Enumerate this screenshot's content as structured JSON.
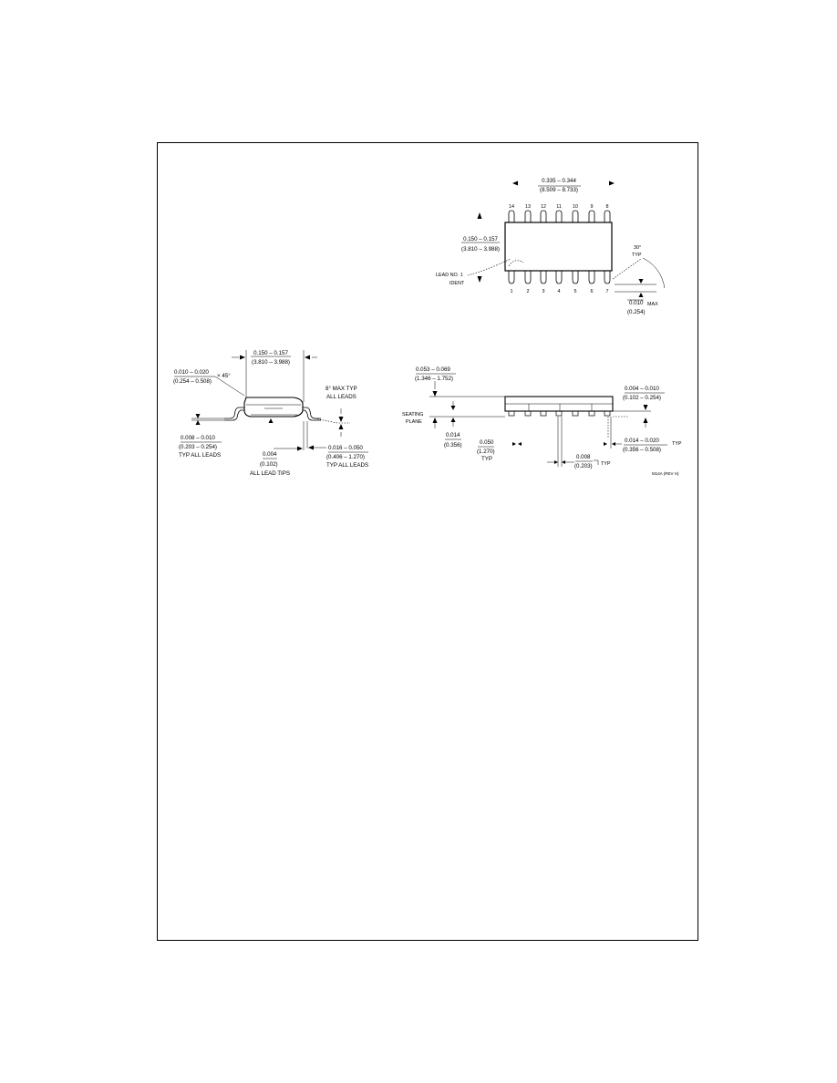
{
  "top_view": {
    "width_in": "0.335 – 0.344",
    "width_mm": "(8.509 – 8.733)",
    "height_in": "0.150 – 0.157",
    "height_mm": "(3.810 – 3.988)",
    "lead_id_line1": "LEAD NO. 1",
    "lead_id_line2": "IDENT",
    "pins_top": [
      "14",
      "13",
      "12",
      "11",
      "10",
      "9",
      "8"
    ],
    "pins_bottom": [
      "1",
      "2",
      "3",
      "4",
      "5",
      "6",
      "7"
    ],
    "angle_line1": "30°",
    "angle_line2": "TYP",
    "max_in": "0.010",
    "max_label": "MAX",
    "max_mm": "(0.254)"
  },
  "side_view": {
    "body_in": "0.150 – 0.157",
    "body_mm": "(3.810 – 3.988)",
    "chamfer_in": "0.010 – 0.020",
    "chamfer_mm": "(0.254 – 0.508)",
    "chamfer_angle": "× 45°",
    "angle_line1": "8° MAX TYP",
    "angle_line2": "ALL LEADS",
    "thick_in": "0.008 – 0.010",
    "thick_mm": "(0.203 – 0.254)",
    "thick_note": "TYP ALL LEADS",
    "tip_in": "0.004",
    "tip_mm": "(0.102)",
    "tip_note": "ALL LEAD TIPS",
    "foot_in": "0.016 – 0.050",
    "foot_mm": "(0.406 – 1.270)",
    "foot_note": "TYP ALL LEADS"
  },
  "front_view": {
    "height_in": "0.053 – 0.069",
    "height_mm": "(1.346 – 1.752)",
    "seating_line1": "SEATING",
    "seating_line2": "PLANE",
    "standoff_in": "0.004 – 0.010",
    "standoff_mm": "(0.102 – 0.254)",
    "std_in": "0.014",
    "std_mm": "(0.356)",
    "pitch_in": "0.050",
    "pitch_mm": "(1.270)",
    "pitch_note": "TYP",
    "lead_in": "0.008",
    "lead_mm": "(0.203)",
    "lead_note": "TYP",
    "leadw_in": "0.014 – 0.020",
    "leadw_mm": "(0.356 – 0.508)",
    "leadw_note": "TYP",
    "drawing_no": "M14A (REV H)"
  }
}
